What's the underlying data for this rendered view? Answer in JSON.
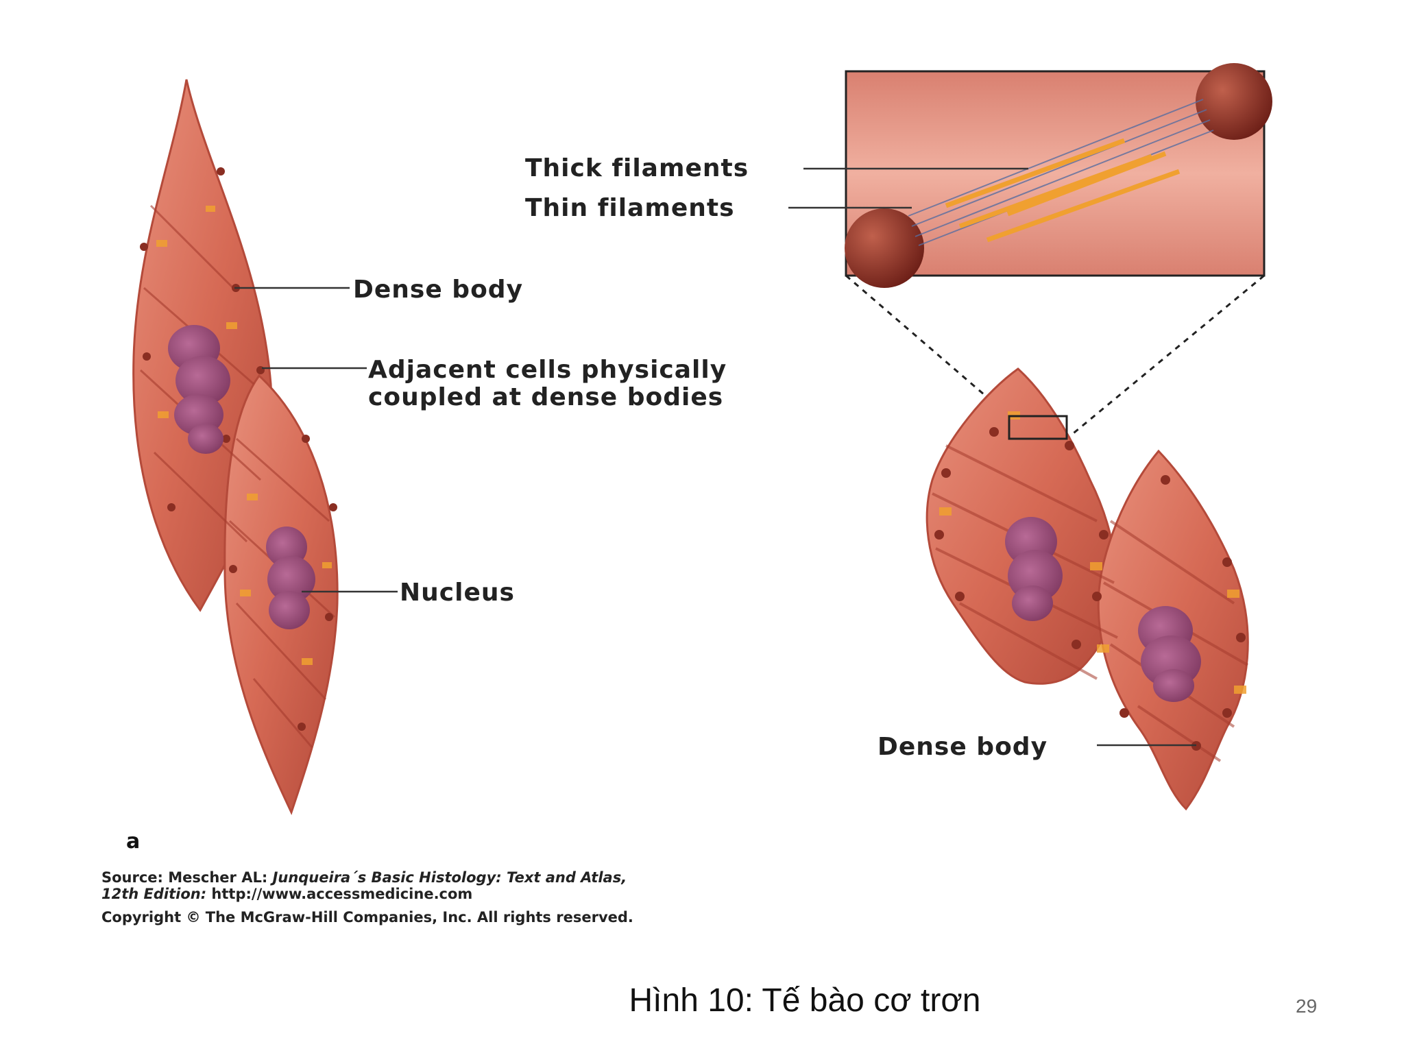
{
  "labels": {
    "thick_filaments": "Thick filaments",
    "thin_filaments": "Thin filaments",
    "dense_body_left": "Dense body",
    "adjacent_line1": "Adjacent cells physically",
    "adjacent_line2": "coupled at dense bodies",
    "nucleus": "Nucleus",
    "dense_body_right": "Dense body"
  },
  "panel_letter": "a",
  "source": {
    "prefix": "Source: Mescher AL: ",
    "book": "Junqueira´s Basic Histology: Text and Atlas,",
    "edition": "12th Edition:",
    "url": " http://www.accessmedicine.com"
  },
  "copyright": "Copyright © The McGraw-Hill Companies, Inc. All rights reserved.",
  "caption": "Hình 10: Tế bào cơ trơn",
  "page_number": "29",
  "colors": {
    "cell_fill": "#d9705a",
    "cell_dark": "#b4483a",
    "nucleus": "#9b4a78",
    "filament": "#f0a030",
    "dense_body": "#8a2e22"
  }
}
